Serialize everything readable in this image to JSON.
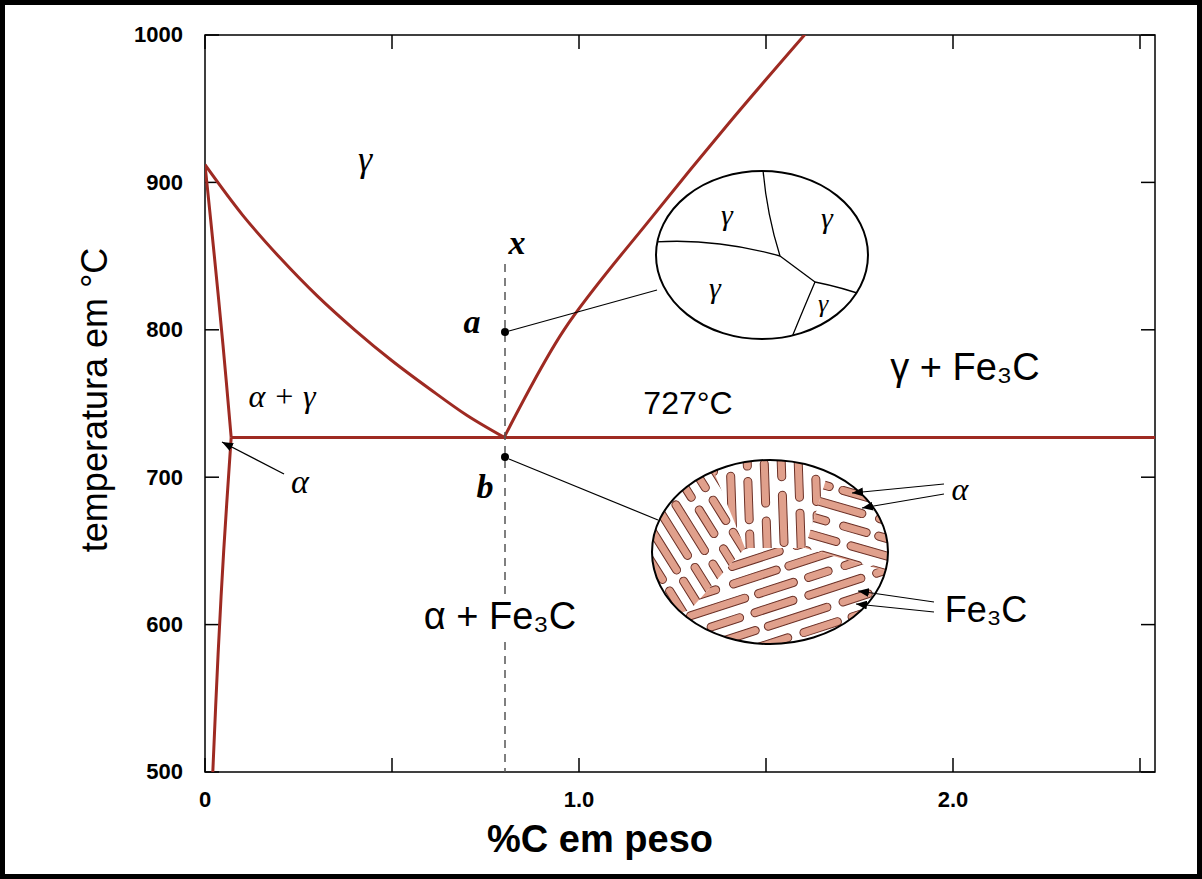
{
  "diagram": {
    "nodes": [
      {
        "text": [
          "γ",
          "γ",
          "γ",
          "γ"
        ]
      }
    ],
    "labels": [
      "1000",
      "900",
      "800",
      "700",
      "600",
      "500",
      "0",
      "1.0",
      "2.0",
      "temperatura em °C",
      "%C em peso",
      "γ",
      "x",
      "a",
      "α + γ",
      "727°C",
      "γ + Fe₃C",
      "b",
      "α",
      "α + Fe₃C",
      "α",
      "Fe₃C"
    ]
  }
}
